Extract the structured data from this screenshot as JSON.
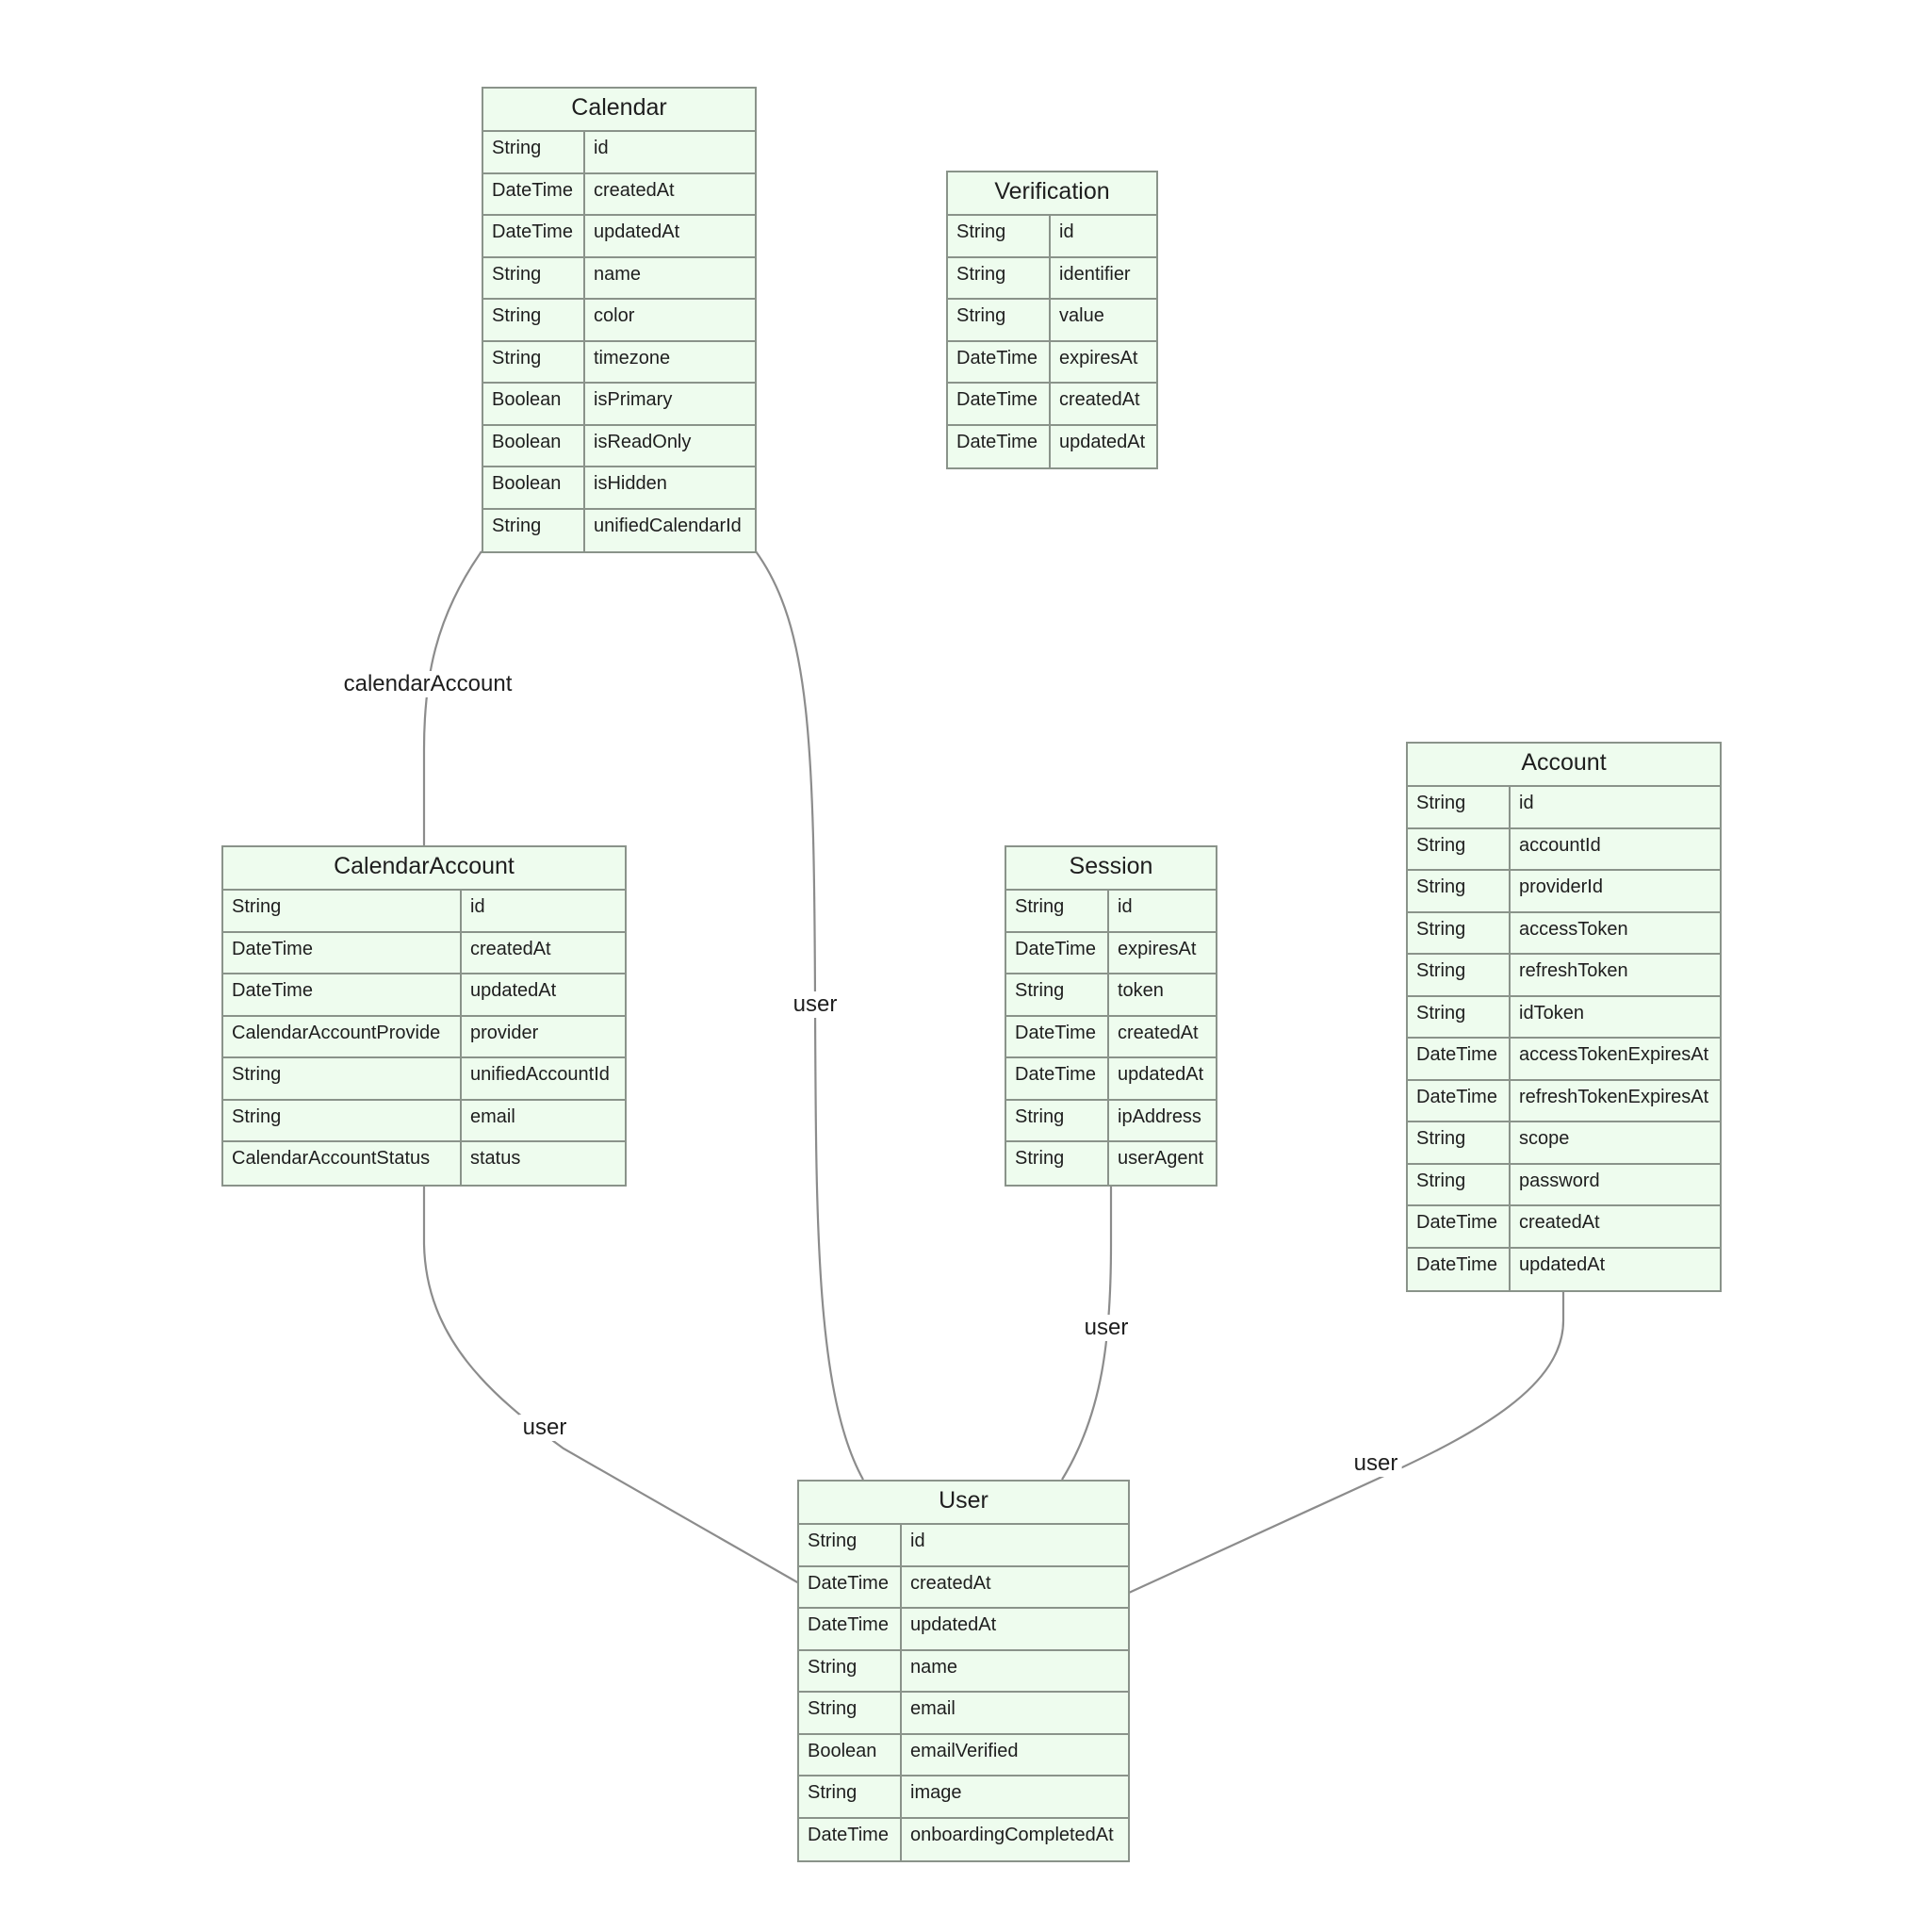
{
  "entities": [
    {
      "id": "calendar",
      "name": "Calendar",
      "attributes": [
        {
          "type": "String",
          "name": "id"
        },
        {
          "type": "DateTime",
          "name": "createdAt"
        },
        {
          "type": "DateTime",
          "name": "updatedAt"
        },
        {
          "type": "String",
          "name": "name"
        },
        {
          "type": "String",
          "name": "color"
        },
        {
          "type": "String",
          "name": "timezone"
        },
        {
          "type": "Boolean",
          "name": "isPrimary"
        },
        {
          "type": "Boolean",
          "name": "isReadOnly"
        },
        {
          "type": "Boolean",
          "name": "isHidden"
        },
        {
          "type": "String",
          "name": "unifiedCalendarId"
        }
      ]
    },
    {
      "id": "verification",
      "name": "Verification",
      "attributes": [
        {
          "type": "String",
          "name": "id"
        },
        {
          "type": "String",
          "name": "identifier"
        },
        {
          "type": "String",
          "name": "value"
        },
        {
          "type": "DateTime",
          "name": "expiresAt"
        },
        {
          "type": "DateTime",
          "name": "createdAt"
        },
        {
          "type": "DateTime",
          "name": "updatedAt"
        }
      ]
    },
    {
      "id": "account",
      "name": "Account",
      "attributes": [
        {
          "type": "String",
          "name": "id"
        },
        {
          "type": "String",
          "name": "accountId"
        },
        {
          "type": "String",
          "name": "providerId"
        },
        {
          "type": "String",
          "name": "accessToken"
        },
        {
          "type": "String",
          "name": "refreshToken"
        },
        {
          "type": "String",
          "name": "idToken"
        },
        {
          "type": "DateTime",
          "name": "accessTokenExpiresAt"
        },
        {
          "type": "DateTime",
          "name": "refreshTokenExpiresAt"
        },
        {
          "type": "String",
          "name": "scope"
        },
        {
          "type": "String",
          "name": "password"
        },
        {
          "type": "DateTime",
          "name": "createdAt"
        },
        {
          "type": "DateTime",
          "name": "updatedAt"
        }
      ]
    },
    {
      "id": "calendar-account",
      "name": "CalendarAccount",
      "attributes": [
        {
          "type": "String",
          "name": "id"
        },
        {
          "type": "DateTime",
          "name": "createdAt"
        },
        {
          "type": "DateTime",
          "name": "updatedAt"
        },
        {
          "type": "CalendarAccountProvide",
          "name": "provider"
        },
        {
          "type": "String",
          "name": "unifiedAccountId"
        },
        {
          "type": "String",
          "name": "email"
        },
        {
          "type": "CalendarAccountStatus",
          "name": "status"
        }
      ]
    },
    {
      "id": "session",
      "name": "Session",
      "attributes": [
        {
          "type": "String",
          "name": "id"
        },
        {
          "type": "DateTime",
          "name": "expiresAt"
        },
        {
          "type": "String",
          "name": "token"
        },
        {
          "type": "DateTime",
          "name": "createdAt"
        },
        {
          "type": "DateTime",
          "name": "updatedAt"
        },
        {
          "type": "String",
          "name": "ipAddress"
        },
        {
          "type": "String",
          "name": "userAgent"
        }
      ]
    },
    {
      "id": "user",
      "name": "User",
      "attributes": [
        {
          "type": "String",
          "name": "id"
        },
        {
          "type": "DateTime",
          "name": "createdAt"
        },
        {
          "type": "DateTime",
          "name": "updatedAt"
        },
        {
          "type": "String",
          "name": "name"
        },
        {
          "type": "String",
          "name": "email"
        },
        {
          "type": "Boolean",
          "name": "emailVerified"
        },
        {
          "type": "String",
          "name": "image"
        },
        {
          "type": "DateTime",
          "name": "onboardingCompletedAt"
        }
      ]
    }
  ],
  "relationships": [
    {
      "id": "calendar-to-calendar-account",
      "from": "Calendar",
      "to": "CalendarAccount",
      "label": "calendarAccount"
    },
    {
      "id": "calendar-to-user",
      "from": "Calendar",
      "to": "User",
      "label": "user"
    },
    {
      "id": "calendar-account-to-user",
      "from": "CalendarAccount",
      "to": "User",
      "label": "user"
    },
    {
      "id": "session-to-user",
      "from": "Session",
      "to": "User",
      "label": "user"
    },
    {
      "id": "account-to-user",
      "from": "Account",
      "to": "User",
      "label": "user"
    }
  ],
  "colors": {
    "entity_fill": "#eefcee",
    "entity_border": "#8a938a",
    "edge": "#8c8c8c",
    "text": "#1e1e1e"
  }
}
